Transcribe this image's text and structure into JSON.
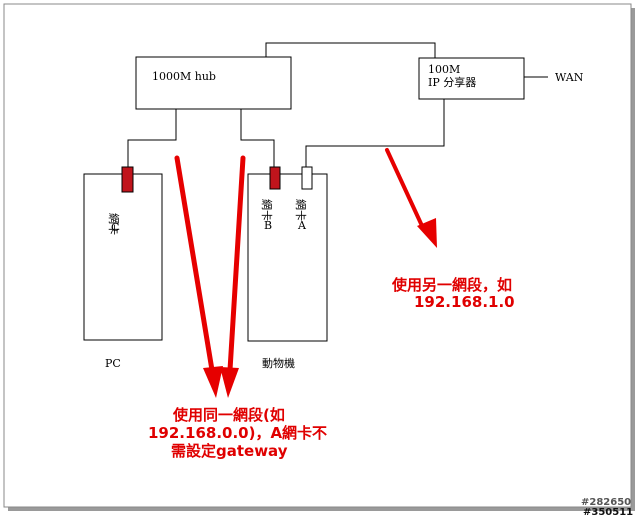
{
  "hub": {
    "label": "1000M hub"
  },
  "router": {
    "line1": "100M",
    "line2": "IP 分享器"
  },
  "wan": {
    "label": "WAN"
  },
  "pc": {
    "label": "PC",
    "nic_label": "網卡",
    "nic_letter": "C"
  },
  "animal": {
    "label": "動物機",
    "nic_b_label": "網卡",
    "nic_b_letter": "B",
    "nic_a_label": "網卡",
    "nic_a_letter": "A"
  },
  "note_right": {
    "line1": "使用另一網段，如",
    "line2": "192.168.1.0"
  },
  "note_bottom": {
    "line1": "使用同一網段(如",
    "line2": "192.168.0.0)，A網卡不",
    "line3": "需設定gateway"
  },
  "watermark": {
    "line1": "#282650",
    "line2": "#350511"
  },
  "colors": {
    "nic_red": "#c0141c",
    "arrow_red": "#e60000",
    "line": "#000000"
  }
}
